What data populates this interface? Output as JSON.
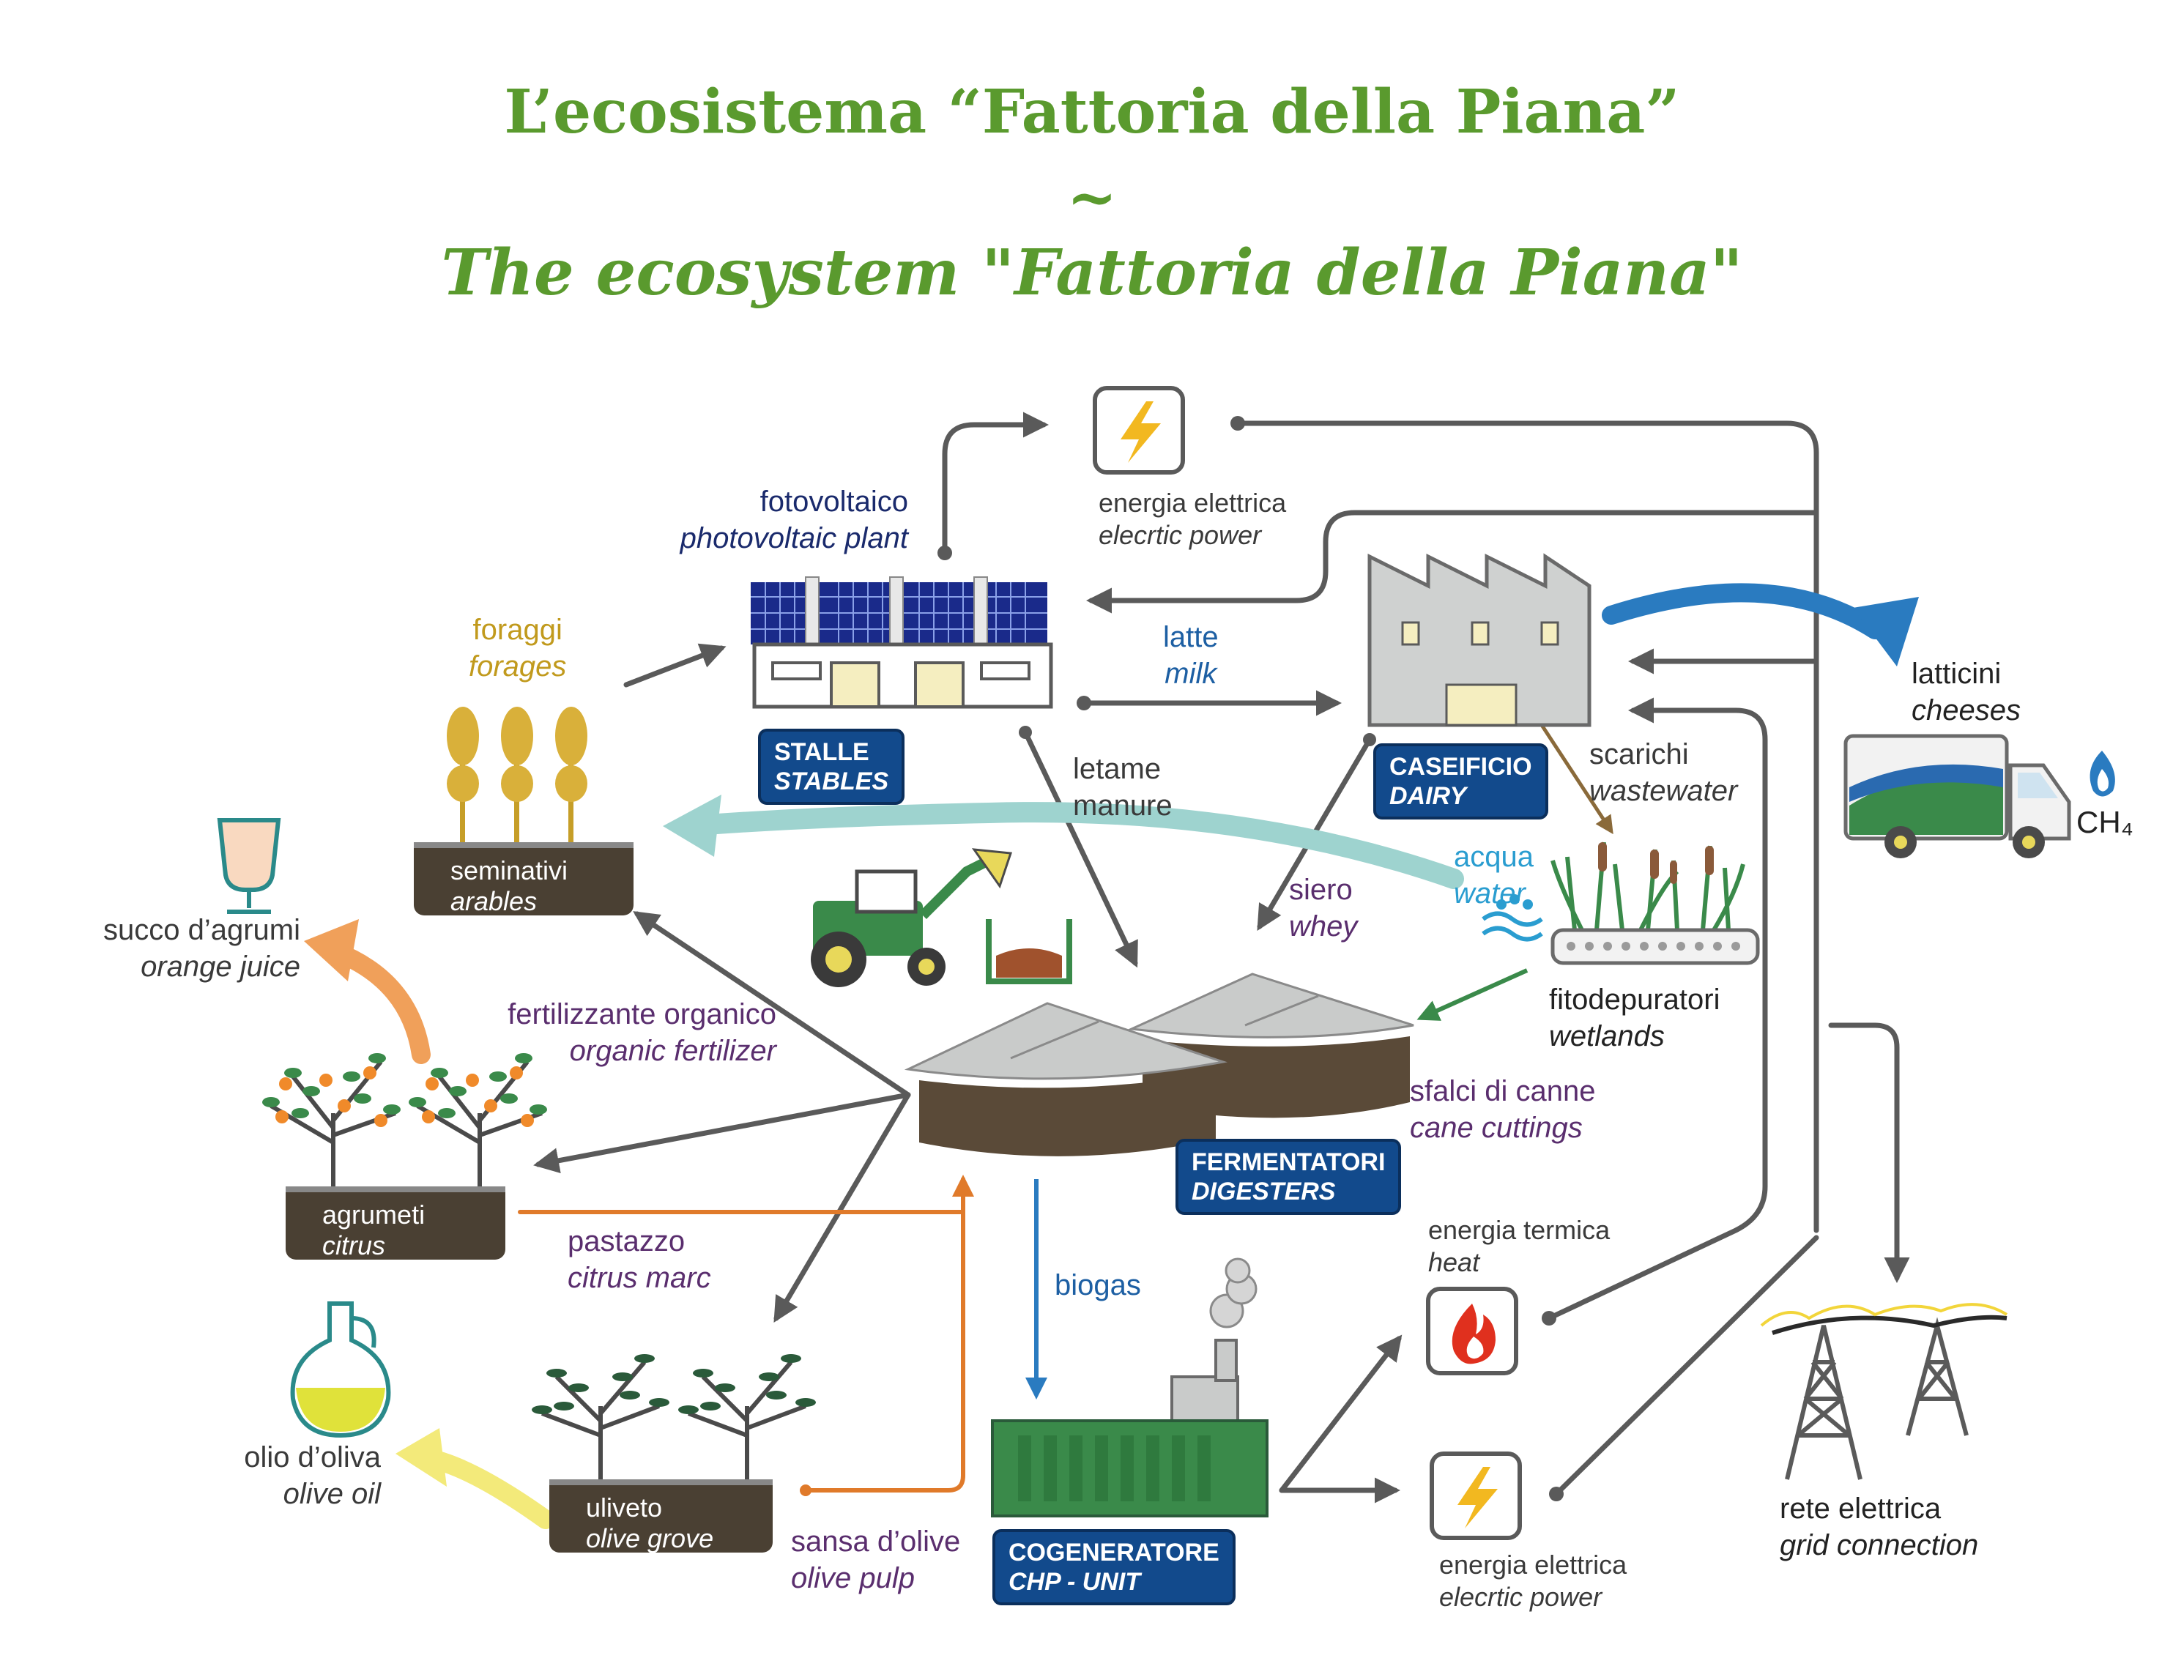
{
  "title": {
    "line1": "L’ecosistema “Fattoria della Piana”",
    "separator": "~",
    "line2": "The ecosystem \"Fattoria della Piana\""
  },
  "nodes": {
    "photovoltaic": {
      "it": "fotovoltaico",
      "en": "photovoltaic plant"
    },
    "energy_top": {
      "it": "energia elettrica",
      "en": "elecrtic power"
    },
    "stables": {
      "it": "STALLE",
      "en": "STABLES"
    },
    "milk": {
      "it": "latte",
      "en": "milk"
    },
    "dairy": {
      "it": "CASEIFICIO",
      "en": "DAIRY"
    },
    "cheeses": {
      "it": "latticini",
      "en": "cheeses"
    },
    "ch4": "CH₄",
    "forages": {
      "it": "foraggi",
      "en": "forages"
    },
    "arables": {
      "it": "seminativi",
      "en": "arables"
    },
    "manure": {
      "it": "letame",
      "en": "manure"
    },
    "wastewater": {
      "it": "scarichi",
      "en": "wastewater"
    },
    "water": {
      "it": "acqua",
      "en": "water"
    },
    "wetlands": {
      "it": "fitodepuratori",
      "en": "wetlands"
    },
    "whey": {
      "it": "siero",
      "en": "whey"
    },
    "orange_juice": {
      "it": "succo d’agrumi",
      "en": "orange juice"
    },
    "fertilizer": {
      "it": "fertilizzante organico",
      "en": "organic fertilizer"
    },
    "cane": {
      "it": "sfalci di canne",
      "en": "cane cuttings"
    },
    "citrus": {
      "it": "agrumeti",
      "en": "citrus"
    },
    "digesters": {
      "it": "FERMENTATORI",
      "en": "DIGESTERS"
    },
    "citrus_marc": {
      "it": "pastazzo",
      "en": "citrus marc"
    },
    "heat": {
      "it": "energia termica",
      "en": "heat"
    },
    "biogas": "biogas",
    "olive_oil": {
      "it": "olio d’oliva",
      "en": "olive oil"
    },
    "olive_grove": {
      "it": "uliveto",
      "en": "olive grove"
    },
    "olive_pulp": {
      "it": "sansa d’olive",
      "en": "olive pulp"
    },
    "chp": {
      "it": "COGENERATORE",
      "en": "CHP - UNIT"
    },
    "energy_bottom": {
      "it": "energia elettrica",
      "en": "elecrtic power"
    },
    "grid": {
      "it": "rete elettrica",
      "en": "grid connection"
    }
  },
  "icons": [
    "lightning-icon",
    "solar-panel-icon",
    "factory-icon",
    "truck-icon",
    "wheat-icon",
    "glass-icon",
    "tractor-icon",
    "reeds-icon",
    "water-drops-icon",
    "digester-icon",
    "flame-icon",
    "orange-tree-icon",
    "olive-tree-icon",
    "oil-jug-icon",
    "chp-unit-icon",
    "power-pylon-icon"
  ],
  "colors": {
    "title_green": "#5a9a2e",
    "badge_blue": "#124a8c",
    "arrow_gray": "#5a5a5a",
    "arrow_orange": "#e07a2a",
    "arrow_blue": "#2a7bc0",
    "arrow_teal": "#9ed3cf",
    "soil_brown": "#4a4033"
  }
}
